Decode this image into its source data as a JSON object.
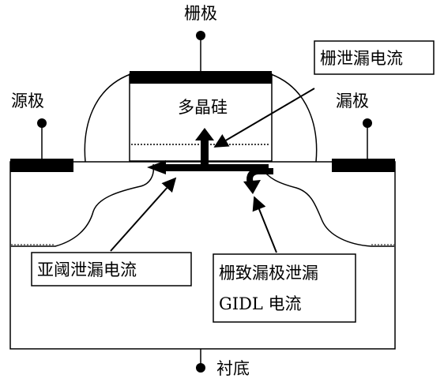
{
  "labels": {
    "gate": "栅极",
    "source": "源极",
    "drain": "漏极",
    "poly": "多晶硅",
    "substrate": "衬底"
  },
  "callouts": {
    "gate_drain_leakage": "栅泄漏电流",
    "subthreshold_leakage": "亚阈泄漏电流",
    "gidl_line1": "栅致漏极泄漏",
    "gidl_line2": "GIDL 电流"
  }
}
